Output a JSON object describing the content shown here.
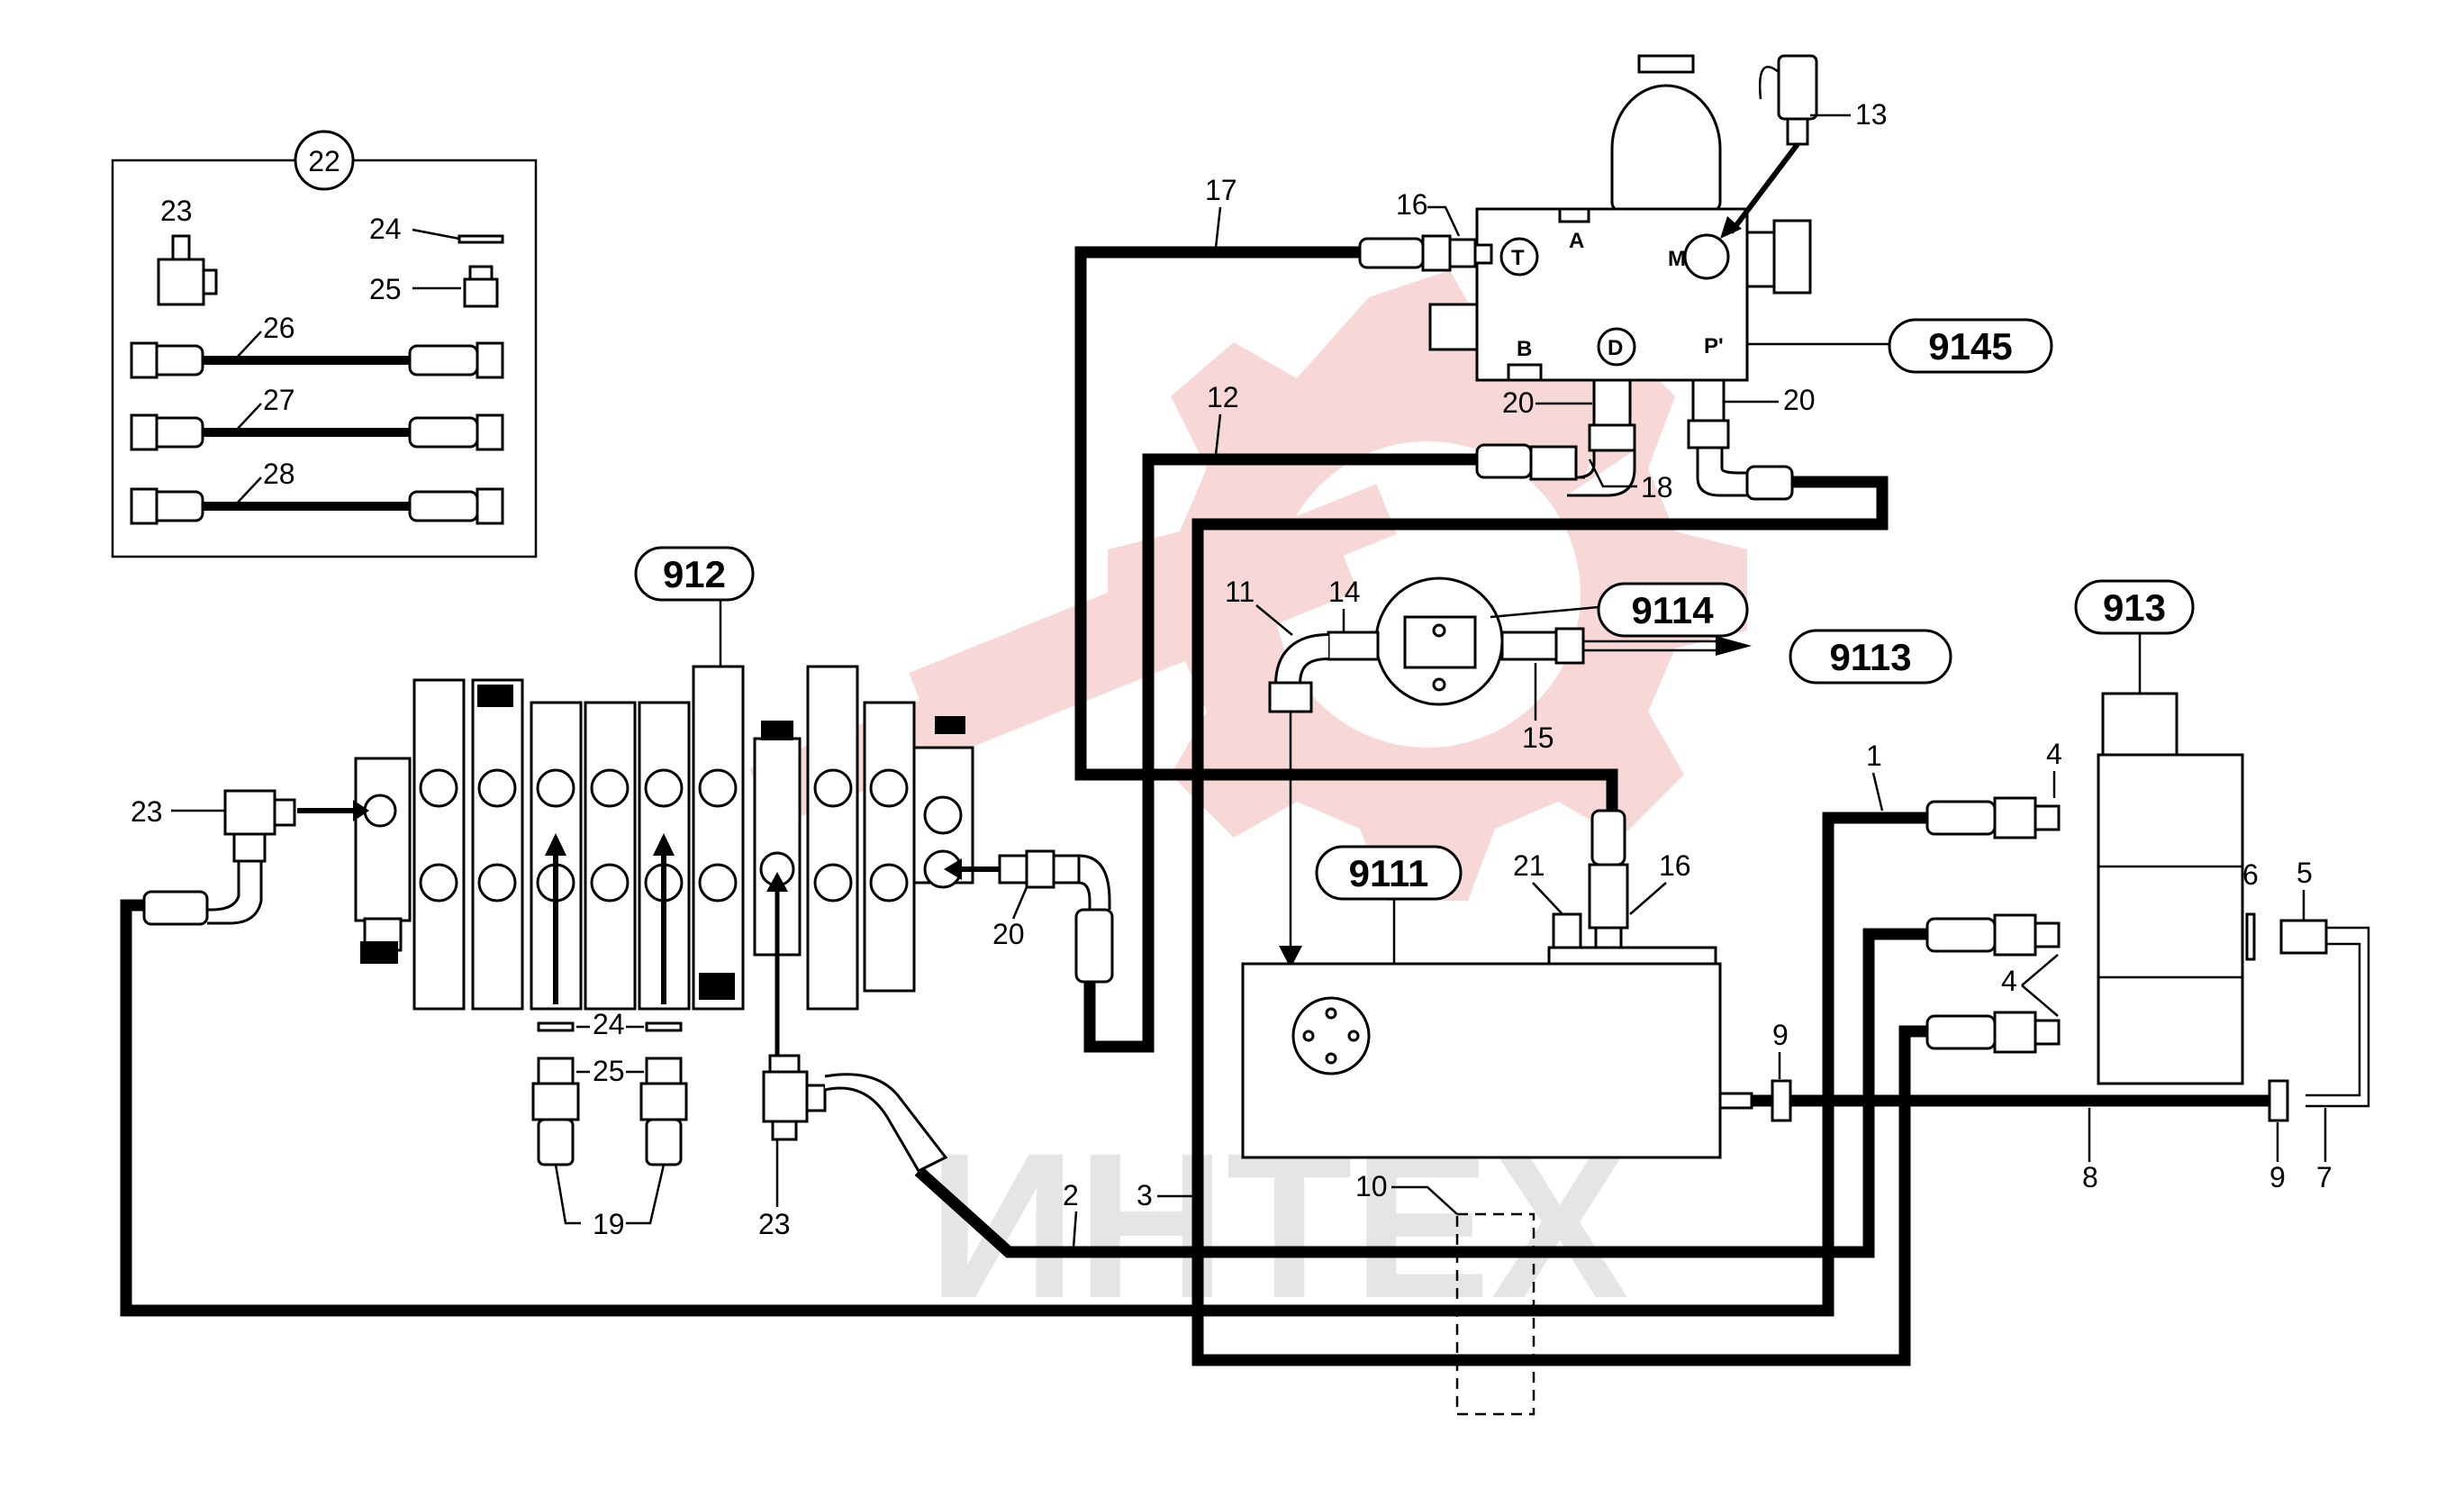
{
  "watermark": "ИНТЕХ",
  "assemblies": {
    "a912": "912",
    "a913": "913",
    "a9111": "9111",
    "a9113": "9113",
    "a9114": "9114",
    "a9145": "9145",
    "a22": "22"
  },
  "ports": {
    "T": "T",
    "A": "A",
    "M": "M",
    "B": "B",
    "D": "D",
    "P": "P'"
  },
  "kit": {
    "n23": "23",
    "n24": "24",
    "n25": "25",
    "n26": "26",
    "n27": "27",
    "n28": "28"
  },
  "parts": {
    "p1": "1",
    "p2": "2",
    "p3": "3",
    "p4a": "4",
    "p4b": "4",
    "p5": "5",
    "p6": "6",
    "p7": "7",
    "p8": "8",
    "p9a": "9",
    "p9b": "9",
    "p10": "10",
    "p11": "11",
    "p12": "12",
    "p13": "13",
    "p14": "14",
    "p15": "15",
    "p16a": "16",
    "p16b": "16",
    "p17": "17",
    "p18": "18",
    "p19": "19",
    "p20a": "20",
    "p20b": "20",
    "p20c": "20",
    "p21": "21",
    "p23a": "23",
    "p23b": "23",
    "p24": "24",
    "p25": "25"
  },
  "colors": {
    "line": "#000000",
    "watermark_gear": "#f3b7b7",
    "watermark_text": "#e5e5e5"
  }
}
